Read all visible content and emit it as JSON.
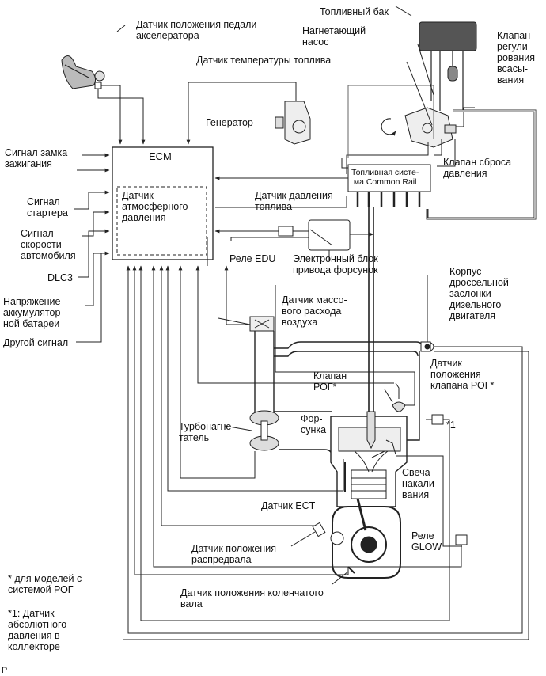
{
  "labels": {
    "fuel_tank": "Топливный бак",
    "supply_pump": "Нагнетающий\nнасос",
    "suction_valve": "Клапан\nрегули-\nрования\nвсасы-\nвания",
    "fuel_temp_sensor": "Датчик температуры топлива",
    "accel_pedal_sensor": "Датчик положения педали\nакселератора",
    "generator": "Генератор",
    "ignition_signal": "Сигнал замка\nзажигания",
    "starter_signal": "Сигнал\nстартера",
    "speed_signal": "Сигнал\nскорости\nавтомобиля",
    "dlc3": "DLC3",
    "battery_voltage": "Напряжение\nаккумулятор-\nной батареи",
    "other_signal": "Другой сигнал",
    "ecm": "ECM",
    "atm_pressure_sensor": "Датчик\nатмосферного\nдавления",
    "common_rail": "Топливная систе-\nма Common Rail",
    "pressure_relief_valve": "Клапан сброса\nдавления",
    "fuel_pressure_sensor": "Датчик давления\nтоплива",
    "edu_relay": "Реле EDU",
    "injector_driver": "Электронный блок\nпривода форсунок",
    "maf_sensor": "Датчик массо-\nвого расхода\nвоздуха",
    "throttle_body": "Корпус\nдроссельной\nзаслонки\nдизельного\nдвигателя",
    "egr_valve": "Клапан\nРОГ*",
    "egr_position_sensor": "Датчик\nположения\nклапана РОГ*",
    "turbo": "Турбонагне-\nтатель",
    "injector": "Фор-\nсунка",
    "note1_marker": "*1",
    "glow_plug": "Свеча\nнакали-\nвания",
    "ect_sensor": "Датчик ECT",
    "cam_sensor": "Датчик положения\nраспредвала",
    "glow_relay": "Реле\nGLOW",
    "crank_sensor": "Датчик положения коленчатого\nвала",
    "footnote_egr": "* для моделей с\nсистемой РОГ",
    "footnote_map": "*1: Датчик\nабсолютного\nдавления в\nколлекторе",
    "corner_mark": "P"
  }
}
